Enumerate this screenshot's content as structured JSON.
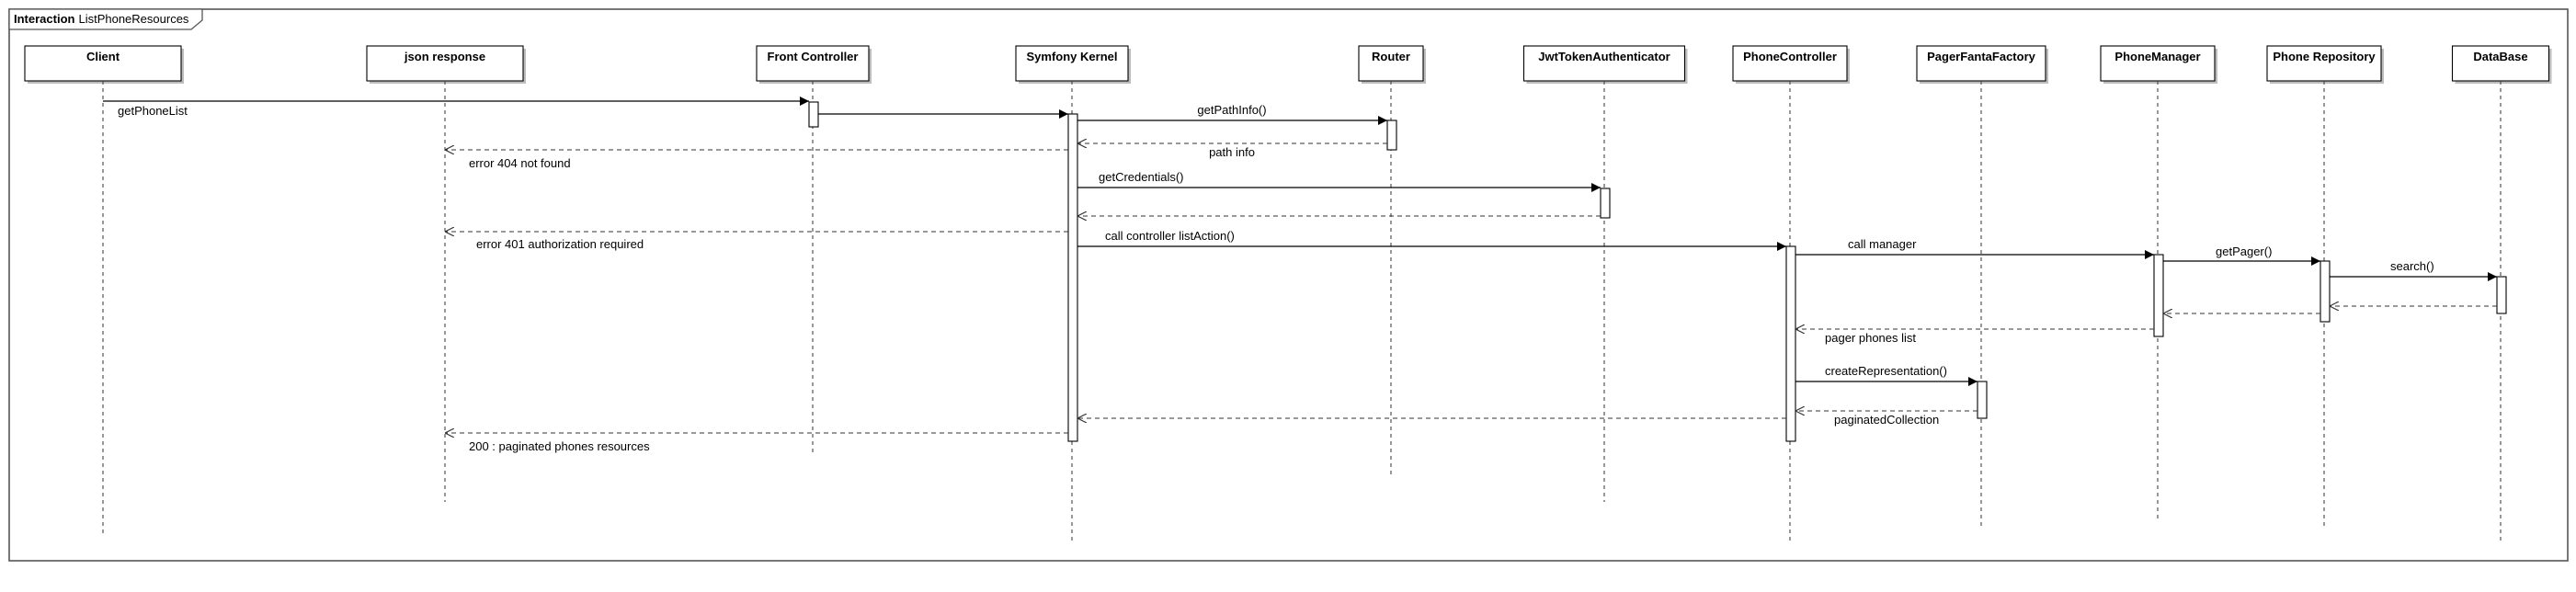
{
  "interaction": {
    "keyword": "Interaction",
    "name": "ListPhoneResources"
  },
  "lifelines": [
    {
      "id": "client",
      "name": "Client"
    },
    {
      "id": "json",
      "name": "json response"
    },
    {
      "id": "front",
      "name": "Front Controller"
    },
    {
      "id": "kernel",
      "name": "Symfony Kernel"
    },
    {
      "id": "router",
      "name": "Router"
    },
    {
      "id": "jwt",
      "name": "JwtTokenAuthenticator"
    },
    {
      "id": "phonectrl",
      "name": "PhoneController"
    },
    {
      "id": "pager",
      "name": "PagerFantaFactory"
    },
    {
      "id": "phonemgr",
      "name": "PhoneManager"
    },
    {
      "id": "repo",
      "name": "Phone Repository"
    },
    {
      "id": "db",
      "name": "DataBase"
    }
  ],
  "messages": [
    {
      "from": "client",
      "to": "front",
      "kind": "sync",
      "label": "getPhoneList"
    },
    {
      "from": "front",
      "to": "kernel",
      "kind": "sync",
      "label": ""
    },
    {
      "from": "kernel",
      "to": "router",
      "kind": "sync",
      "label": "getPathInfo()"
    },
    {
      "from": "router",
      "to": "kernel",
      "kind": "return",
      "label": "path info"
    },
    {
      "from": "kernel",
      "to": "json",
      "kind": "return",
      "label": "error 404 not found"
    },
    {
      "from": "kernel",
      "to": "jwt",
      "kind": "sync",
      "label": "getCredentials()"
    },
    {
      "from": "jwt",
      "to": "kernel",
      "kind": "return",
      "label": ""
    },
    {
      "from": "kernel",
      "to": "json",
      "kind": "return",
      "label": "error 401  authorization required"
    },
    {
      "from": "kernel",
      "to": "phonectrl",
      "kind": "sync",
      "label": "call controller listAction()"
    },
    {
      "from": "phonectrl",
      "to": "phonemgr",
      "kind": "sync",
      "label": "call manager"
    },
    {
      "from": "phonemgr",
      "to": "repo",
      "kind": "sync",
      "label": "getPager()"
    },
    {
      "from": "repo",
      "to": "db",
      "kind": "sync",
      "label": "search()"
    },
    {
      "from": "db",
      "to": "repo",
      "kind": "return",
      "label": ""
    },
    {
      "from": "repo",
      "to": "phonemgr",
      "kind": "return",
      "label": ""
    },
    {
      "from": "phonemgr",
      "to": "phonectrl",
      "kind": "return",
      "label": "pager phones list"
    },
    {
      "from": "phonectrl",
      "to": "pager",
      "kind": "sync",
      "label": "createRepresentation()"
    },
    {
      "from": "pager",
      "to": "phonectrl",
      "kind": "return",
      "label": "paginatedCollection"
    },
    {
      "from": "phonectrl",
      "to": "kernel",
      "kind": "return",
      "label": ""
    },
    {
      "from": "kernel",
      "to": "json",
      "kind": "return",
      "label": "200 : paginated phones resources"
    }
  ]
}
